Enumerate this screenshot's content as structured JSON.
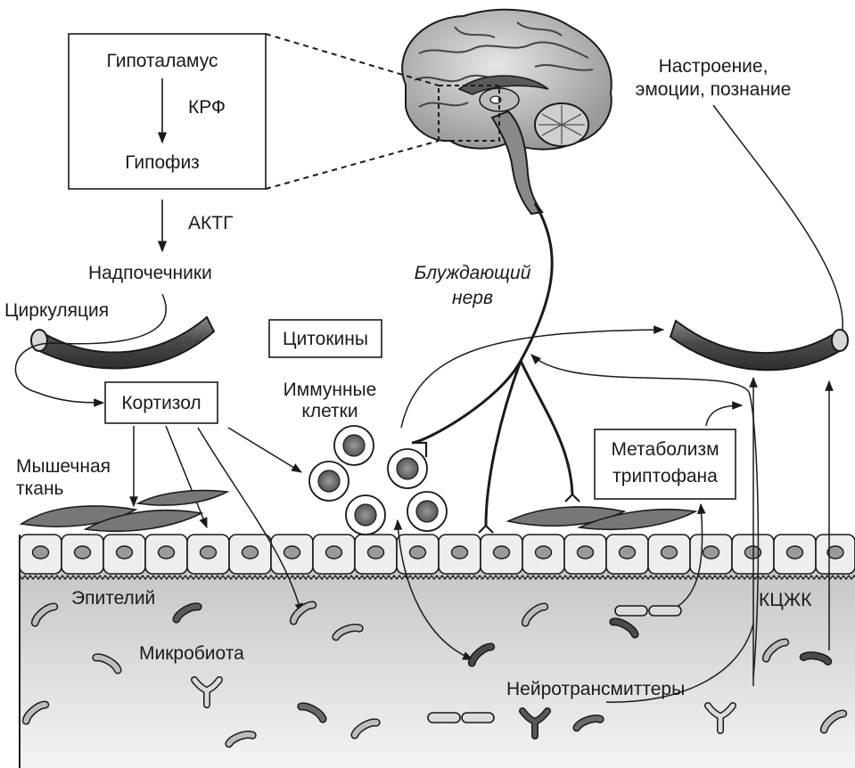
{
  "hpa": {
    "hypothalamus": "Гипоталамус",
    "crf": "КРФ",
    "pituitary": "Гипофиз",
    "acth": "АКТГ",
    "adrenals": "Надпочечники"
  },
  "circulation": "Циркуляция",
  "cortisol": "Кортизол",
  "muscle_tissue": [
    "Мышечная",
    "ткань"
  ],
  "cytokines": "Цитокины",
  "immune_cells": [
    "Иммунные",
    "клетки"
  ],
  "vagus_nerve": [
    "Блуждающий",
    "нерв"
  ],
  "mood": [
    "Настроение,",
    "эмоции, познание"
  ],
  "tryptophan": [
    "Метаболизм",
    "триптофана"
  ],
  "epithelium": "Эпителий",
  "microbiota": "Микробиота",
  "neurotransmitters": "Нейротрансмиттеры",
  "scfa": "КЦЖК",
  "colors": {
    "ink": "#1a1a1a",
    "vessel": "#555555",
    "lumen_top": "#c8c8c8",
    "lumen_bottom": "#f2f2f2",
    "cell": "#eeeeee",
    "bacteria": "#6e6e6e"
  }
}
